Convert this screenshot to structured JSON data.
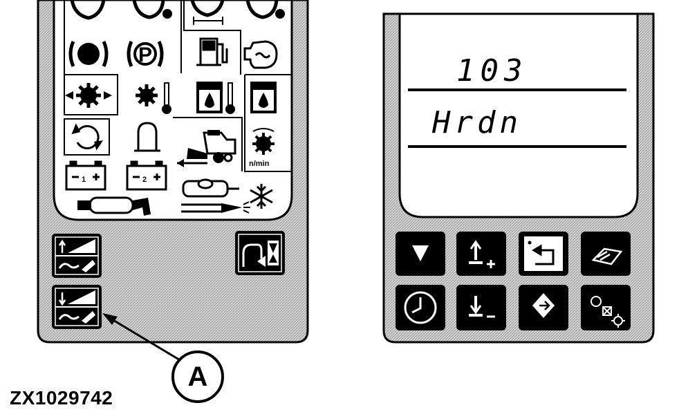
{
  "callout_label": "A",
  "figure_id": "ZX1029742",
  "right_display": {
    "line1": "103",
    "line2": "Hrdn"
  },
  "indicator_labels": {
    "park_brake": "P",
    "engine_speed_unit": "n/min",
    "battery_1": "1",
    "battery_2": "2"
  },
  "right_buttons": [
    {
      "icon": "down-arrow-icon"
    },
    {
      "icon": "increase-plus-icon"
    },
    {
      "icon": "return-arrow-icon"
    },
    {
      "icon": "book-manual-icon"
    },
    {
      "icon": "clock-icon"
    },
    {
      "icon": "decrease-minus-icon"
    },
    {
      "icon": "enter-diamond-icon"
    },
    {
      "icon": "settings-gear-icon"
    }
  ],
  "left_buttons": [
    {
      "icon": "header-raise-icon"
    },
    {
      "icon": "header-lower-icon"
    },
    {
      "icon": "unload-timer-icon"
    }
  ],
  "colors": {
    "panel_fill": "#c8c8c8",
    "button_fill": "#000000",
    "screen_fill": "#ffffff"
  }
}
